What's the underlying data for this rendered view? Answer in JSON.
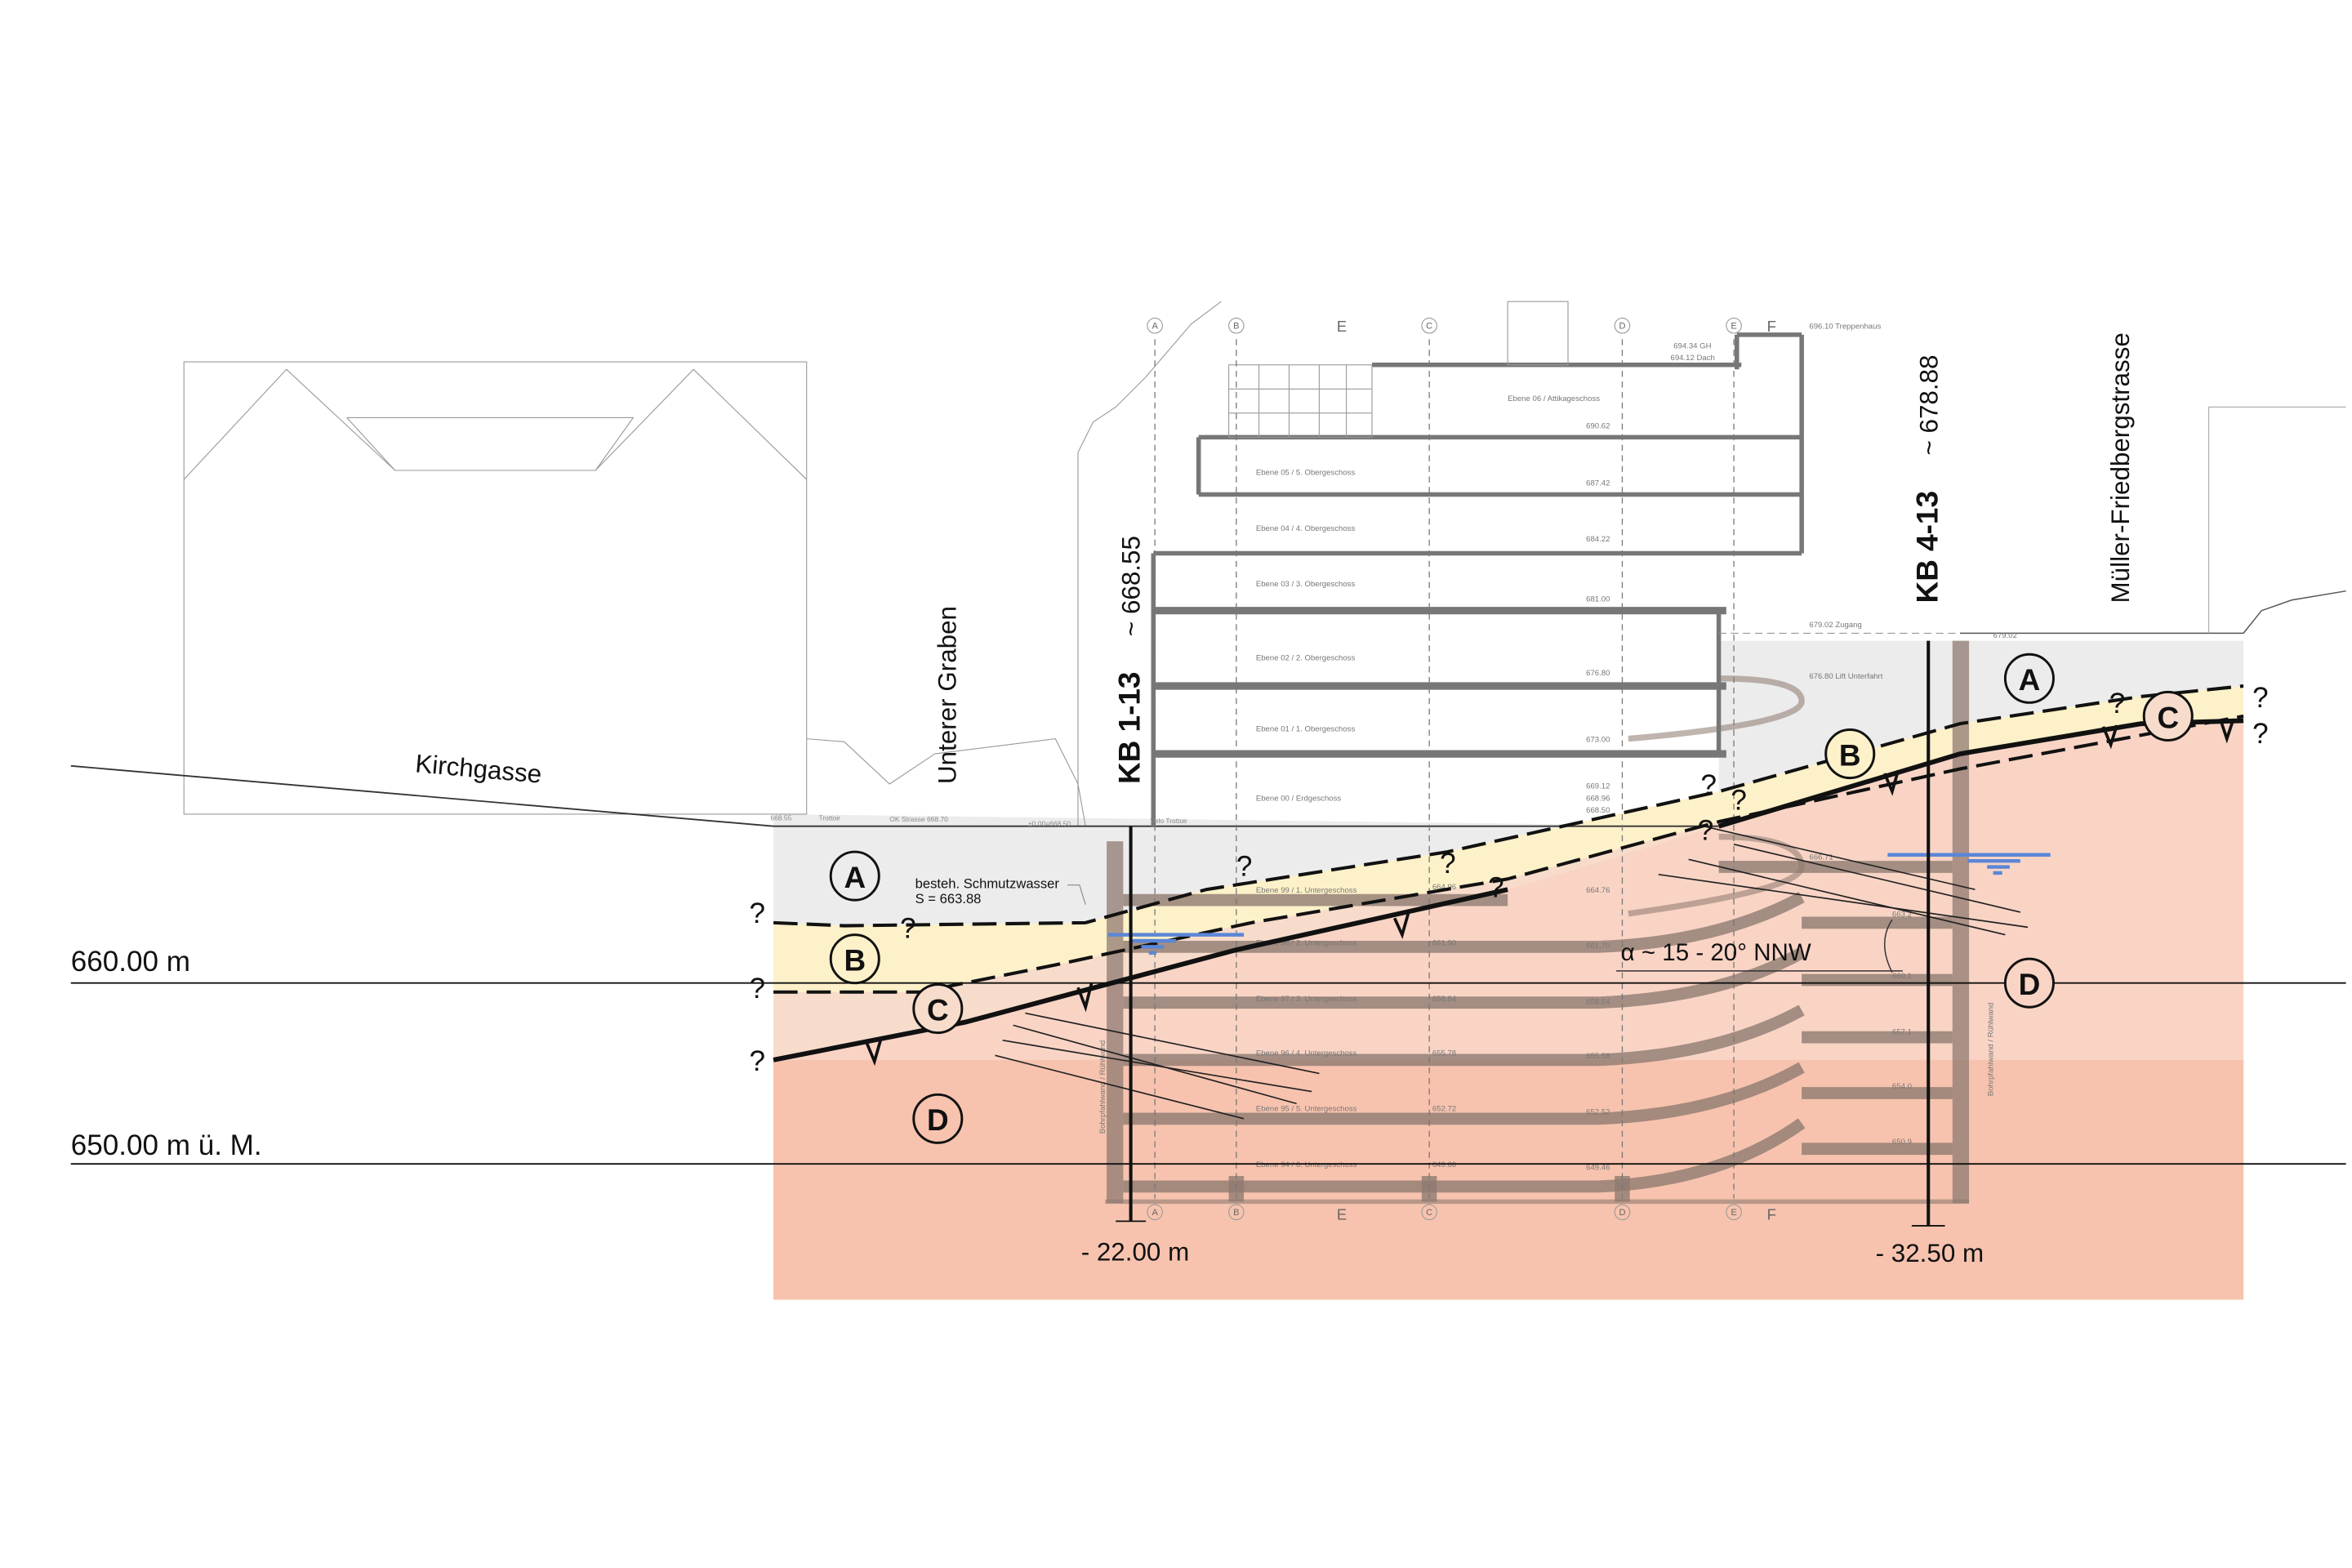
{
  "colors": {
    "layer_A": "#ececec",
    "layer_B": "#fdf1c9",
    "layer_C": "#f7dccb",
    "layer_D": "#f9d4c5",
    "layer_D_lower": "#f7c3ae",
    "groundwater": "#5b86d6",
    "structure_underground": "#8f7a70"
  },
  "elevation_lines": {
    "upper": "660.00 m",
    "lower": "650.00 m ü. M."
  },
  "streets": {
    "left": "Kirchgasse",
    "middle": "Unterer Graben",
    "right": "Müller-Friedbergstrasse"
  },
  "boreholes": [
    {
      "name": "KB 1-13",
      "elevation": "~ 668.55",
      "depth": "- 22.00 m"
    },
    {
      "name": "KB 4-13",
      "elevation": "~ 678.88",
      "depth": "- 32.50 m"
    }
  ],
  "layers": {
    "A": "A",
    "B": "B",
    "C": "C",
    "D": "D"
  },
  "question_mark": "?",
  "dip_annotation": "α ~ 15 - 20° NNW",
  "sewer": {
    "line1": "besteh. Schmutzwasser",
    "line2": "S = 663.88"
  },
  "axes_top": [
    "A",
    "B",
    "E",
    "C",
    "D",
    "E",
    "F"
  ],
  "axes_bottom": [
    "A",
    "B",
    "E",
    "C",
    "D",
    "E",
    "F"
  ],
  "wall_label": "Bohrpfahlwand / Rühlwand",
  "street_levels": {
    "left": "668.55",
    "trottoir": "Trottoir",
    "ok_strasse": "OK Strasse 668.70",
    "zero": "±0.00=668.50",
    "velo_trottoir": "Velo  Trottoir"
  },
  "upper_levels": [
    {
      "label": "Ebene 06 / Attikageschoss",
      "elev": "690.62"
    },
    {
      "label": "Ebene 05 / 5. Obergeschoss",
      "elev": "687.42"
    },
    {
      "label": "Ebene 04 / 4. Obergeschoss",
      "elev": "684.22"
    },
    {
      "label": "Ebene 03 / 3. Obergeschoss",
      "elev": "681.00"
    },
    {
      "label": "Ebene 02 / 2. Obergeschoss",
      "elev": "676.80"
    },
    {
      "label": "Ebene 01 / 1. Obergeschoss",
      "elev": "673.00"
    },
    {
      "label": "Ebene 00 / Erdgeschoss",
      "elev": [
        "669.12",
        "668.96",
        "668.50"
      ]
    }
  ],
  "roof": {
    "gh": "694.34 GH",
    "dach": "694.12 Dach",
    "treppenhaus": "696.10 Treppenhaus",
    "zugang": "679.02 Zugang",
    "zugang2": "679.02",
    "lift": "676.80 Lift Unterfahrt"
  },
  "lower_levels": [
    {
      "label": "Ebene 99 / 1. Untergeschoss",
      "c": "664.96",
      "d": "664.76",
      "right": "666.71"
    },
    {
      "label": "Ebene 98 / 2. Untergeschoss",
      "c": "661.90",
      "d": "661.70",
      "right": "663.2"
    },
    {
      "label": "Ebene 97 / 3. Untergeschoss",
      "c": "658.84",
      "d": "658.64",
      "right": "660.1"
    },
    {
      "label": "Ebene 96 / 4. Untergeschoss",
      "c": "655.78",
      "d": "655.58",
      "right": "657.1"
    },
    {
      "label": "Ebene 95 / 5. Untergeschoss",
      "c": "652.72",
      "d": "652.52",
      "right": "654.0"
    },
    {
      "label": "Ebene 94 / 6. Untergeschoss",
      "c": "649.66",
      "d": "649.46",
      "right": "650.9"
    }
  ]
}
